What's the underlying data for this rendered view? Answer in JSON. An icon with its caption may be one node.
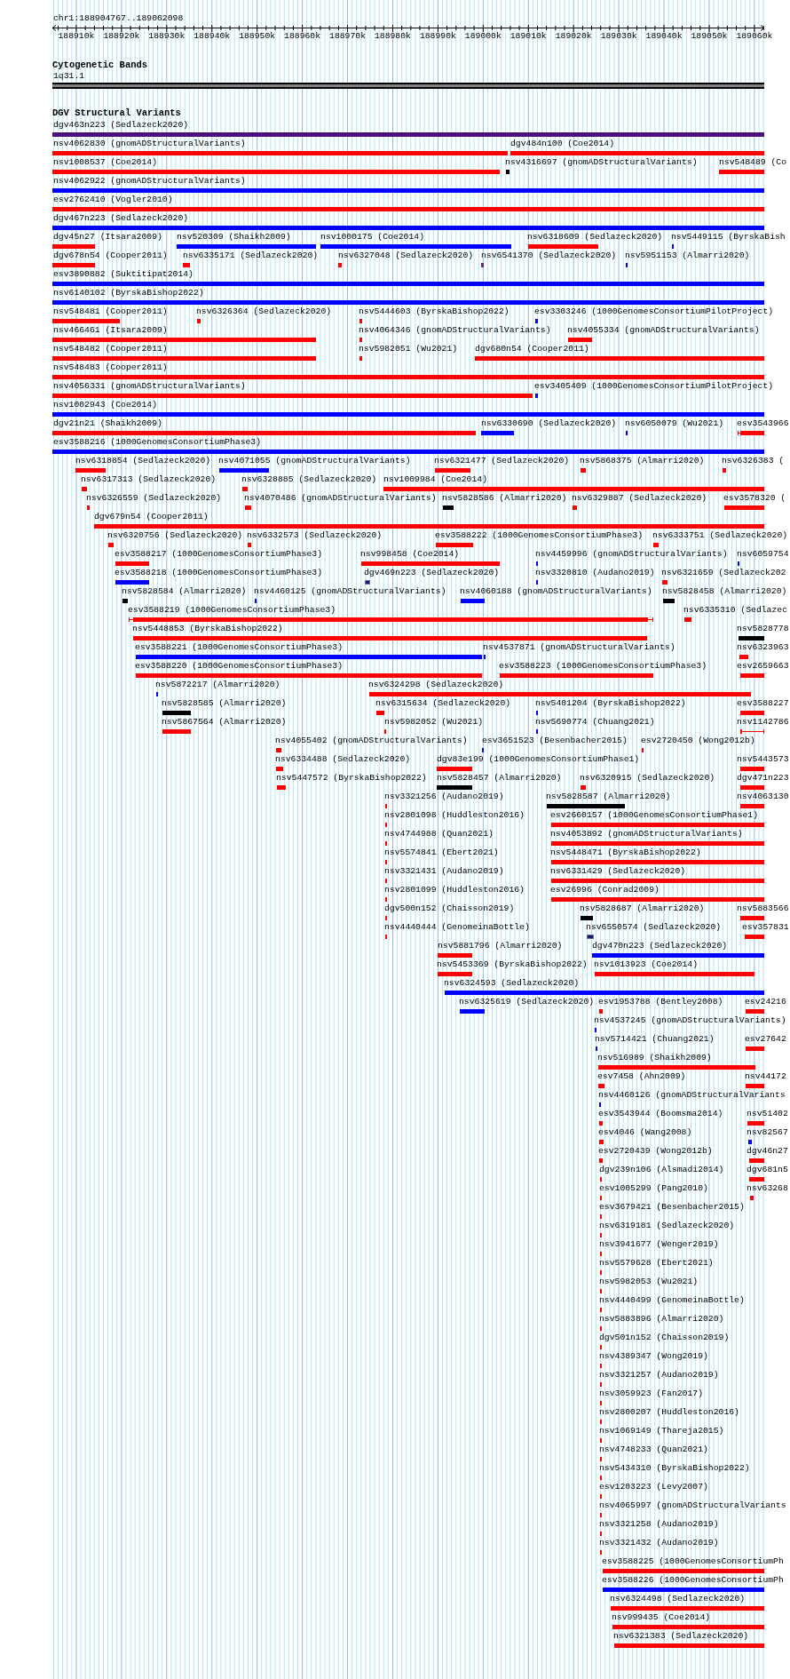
{
  "diagram": {
    "title": "chr1:188904767..189062098",
    "labels": [
      "188910k",
      "188920k",
      "188930k",
      "188940k",
      "188950k",
      "188960k",
      "188970k",
      "188980k",
      "188990k",
      "189000k",
      "189010k",
      "189020k",
      "189030k",
      "189040k",
      "189050k",
      "189060k",
      "Cytogenetic Bands",
      "1q31.1",
      "DGV Structural Variants",
      "dgv463n223 (Sedlazeck2020)",
      "nsv4062830 (gnomADStructuralVariants)",
      "dgv484n100 (Coe2014)",
      "nsv1008537 (Coe2014)",
      "nsv4316697 (gnomADStructuralVariants)",
      "nsv548489 (Co",
      "nsv4062922 (gnomADStructuralVariants)",
      "esv2762410 (Vogler2010)",
      "dgv467n223 (Sedlazeck2020)",
      "dgv45n27 (Itsara2009)",
      "nsv520309 (Shaikh2009)",
      "nsv1000175 (Coe2014)",
      "nsv6318609 (Sedlazeck2020)",
      "nsv5449115 (ByrskaBish",
      "dgv678n54 (Cooper2011)",
      "nsv6335171 (Sedlazeck2020)",
      "nsv6327048 (Sedlazeck2020)",
      "nsv6541370 (Sedlazeck2020)",
      "nsv5951153 (Almarri2020)",
      "esv3890882 (Suktitipat2014)",
      "nsv6140102 (ByrskaBishop2022)",
      "nsv548481 (Cooper2011)",
      "nsv6326364 (Sedlazeck2020)",
      "nsv5444603 (ByrskaBishop2022)",
      "esv3303246 (1000GenomesConsortiumPilotProject)",
      "nsv466461 (Itsara2009)",
      "nsv4064346 (gnomADStructuralVariants)",
      "nsv4055334 (gnomADStructuralVariants)",
      "nsv548482 (Cooper2011)",
      "nsv5982051 (Wu2021)",
      "dgv680n54 (Cooper2011)",
      "nsv548483 (Cooper2011)",
      "nsv4056331 (gnomADStructuralVariants)",
      "esv3405409 (1000GenomesConsortiumPilotProject)",
      "nsv1002943 (Coe2014)",
      "dgv21n21 (Shaikh2009)",
      "nsv6330690 (Sedlazeck2020)",
      "nsv6050079 (Wu2021)",
      "esv3543966",
      "esv3588216 (1000GenomesConsortiumPhase3)",
      "nsv6318854 (Sedlazeck2020)",
      "nsv4071055 (gnomADStructuralVariants)",
      "nsv6321477 (Sedlazeck2020)",
      "nsv5868375 (Almarri2020)",
      "nsv6326383 (",
      "nsv6317313 (Sedlazeck2020)",
      "nsv6328885 (Sedlazeck2020)",
      "nsv1009984 (Coe2014)",
      "nsv6326559 (Sedlazeck2020)",
      "nsv4070486 (gnomADStructuralVariants)",
      "nsv5828586 (Almarri2020)",
      "nsv6329887 (Sedlazeck2020)",
      "esv3578320 (",
      "dgv679n54 (Cooper2011)",
      "nsv6320756 (Sedlazeck2020)",
      "nsv6332573 (Sedlazeck2020)",
      "esv3588222 (1000GenomesConsortiumPhase3)",
      "nsv6333751 (Sedlazeck2020)",
      "esv3588217 (1000GenomesConsortiumPhase3)",
      "nsv998458 (Coe2014)",
      "nsv4459996 (gnomADStructuralVariants)",
      "nsv6059754",
      "esv3588218 (1000GenomesConsortiumPhase3)",
      "dgv469n223 (Sedlazeck2020)",
      "nsv3320810 (Audano2019)",
      "nsv6321659 (Sedlazeck202",
      "nsv5828584 (Almarri2020)",
      "nsv4460125 (gnomADStructuralVariants)",
      "nsv4060188 (gnomADStructuralVariants)",
      "nsv5828458 (Almarri2020)",
      "esv3588219 (1000GenomesConsortiumPhase3)",
      "nsv6335310 (Sedlazec",
      "nsv5448853 (ByrskaBishop2022)",
      "nsv5828778",
      "esv3588221 (1000GenomesConsortiumPhase3)",
      "nsv4537871 (gnomADStructuralVariants)",
      "nsv6323963",
      "esv3588220 (1000GenomesConsortiumPhase3)",
      "esv3588223 (1000GenomesConsortiumPhase3)",
      "esv2659663",
      "nsv5872217 (Almarri2020)",
      "nsv6324298 (Sedlazeck2020)",
      "nsv5828585 (Almarri2020)",
      "nsv6315634 (Sedlazeck2020)",
      "nsv5401204 (ByrskaBishop2022)",
      "esv3588227",
      "nsv5867564 (Almarri2020)",
      "nsv5982052 (Wu2021)",
      "nsv5690774 (Chuang2021)",
      "nsv1142786",
      "nsv4055402 (gnomADStructuralVariants)",
      "esv3651523 (Besenbacher2015)",
      "esv2720450 (Wong2012b)",
      "nsv6334488 (Sedlazeck2020)",
      "dgv83e199 (1000GenomesConsortiumPhase1)",
      "nsv5443573",
      "nsv5447572 (ByrskaBishop2022)",
      "nsv5828457 (Almarri2020)",
      "nsv6320915 (Sedlazeck2020)",
      "dgv471n223",
      "nsv3321256 (Audano2019)",
      "nsv5828587 (Almarri2020)",
      "nsv4063130",
      "nsv2801098 (Huddleston2016)",
      "esv2660157 (1000GenomesConsortiumPhase1)",
      "nsv4744988 (Quan2021)",
      "nsv4053892 (gnomADStructuralVariants)",
      "nsv5574841 (Ebert2021)",
      "nsv5448471 (ByrskaBishop2022)",
      "nsv3321431 (Audano2019)",
      "nsv6331429 (Sedlazeck2020)",
      "nsv2801099 (Huddleston2016)",
      "esv26996 (Conrad2009)",
      "dgv500n152 (Chaisson2019)",
      "nsv5828687 (Almarri2020)",
      "nsv5883566",
      "nsv4440444 (GenomeinaBottle)",
      "nsv6550574 (Sedlazeck2020)",
      "esv357831",
      "nsv5881796 (Almarri2020)",
      "dgv470n223 (Sedlazeck2020)",
      "nsv5453369 (ByrskaBishop2022)",
      "nsv1013923 (Coe2014)",
      "nsv6324593 (Sedlazeck2020)",
      "nsv6325619 (Sedlazeck2020)",
      "esv1953788 (Bentley2008)",
      "esv24216",
      "nsv4537245 (gnomADStructuralVariants)",
      "nsv5714421 (Chuang2021)",
      "esv27642",
      "nsv516989 (Shaikh2009)",
      "esv7458 (Ahn2009)",
      "nsv44172",
      "nsv4460126 (gnomADStructuralVariants",
      "esv3543944 (Boomsma2014)",
      "nsv51402",
      "esv4046 (Wang2008)",
      "nsv82567",
      "esv2720439 (Wong2012b)",
      "dgv46n27",
      "dgv239n106 (Alsmadi2014)",
      "dgv681n5",
      "esv1005299 (Pang2010)",
      "nsv63268",
      "esv3679421 (Besenbacher2015)",
      "nsv6319181 (Sedlazeck2020)",
      "nsv3941677 (Wenger2019)",
      "nsv5579628 (Ebert2021)",
      "nsv5982053 (Wu2021)",
      "nsv4440499 (GenomeinaBottle)",
      "nsv5883896 (Almarri2020)",
      "dgv501n152 (Chaisson2019)",
      "nsv4389347 (Wong2019)",
      "nsv3321257 (Audano2019)",
      "nsv3059923 (Fan2017)",
      "nsv2800207 (Huddleston2016)",
      "nsv1069149 (Thareja2015)",
      "nsv4748233 (Quan2021)",
      "nsv5434310 (ByrskaBishop2022)",
      "esv1203223 (Levy2007)",
      "nsv4065997 (gnomADStructuralVariants",
      "nsv3321258 (Audano2019)",
      "nsv3321432 (Audano2019)",
      "esv3588225 (1000GenomesConsortiumPh",
      "esv3588226 (1000GenomesConsortiumPh",
      "nsv6324498 (Sedlazeck2020)",
      "nsv999435 (Coe2014)",
      "nsv6321383 (Sedlazeck2020)"
    ]
  }
}
